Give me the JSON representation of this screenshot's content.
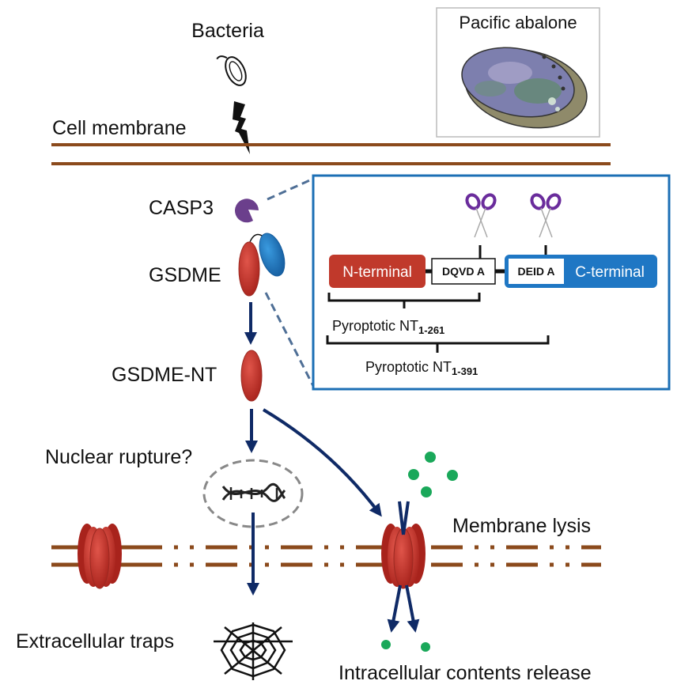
{
  "figure": {
    "labels": {
      "bacteria": "Bacteria",
      "cell_membrane": "Cell membrane",
      "species": "Pacific abalone",
      "casp3": "CASP3",
      "gsdme": "GSDME",
      "gsdme_nt": "GSDME-NT",
      "nuclear_rupture": "Nuclear rupture?",
      "membrane_lysis": "Membrane lysis",
      "extracellular_traps": "Extracellular traps",
      "contents_release": "Intracellular contents release"
    },
    "domain_inset": {
      "n_terminal": "N-terminal",
      "c_terminal": "C-terminal",
      "site1": "DQVD A",
      "site2": "DEID A",
      "fragment1_prefix": "Pyroptotic NT",
      "fragment1_sub": "1-261",
      "fragment2_prefix": "Pyroptotic NT",
      "fragment2_sub": "1-391"
    },
    "icons": [
      "bacterium-icon",
      "lightning-icon",
      "abalone-image",
      "casp3-pacman-icon",
      "scissors-icon",
      "dna-icon",
      "spider-web-icon",
      "pore-icon"
    ],
    "colors": {
      "membrane": "#8b4a1c",
      "arrow": "#0f2a66",
      "n_terminal": "#c0392b",
      "c_terminal": "#1f77c4",
      "inset_border": "#1c6fb5",
      "casp3": "#6b3f8c",
      "content_dots": "#1aa85a",
      "pore": "#c8322d"
    }
  }
}
